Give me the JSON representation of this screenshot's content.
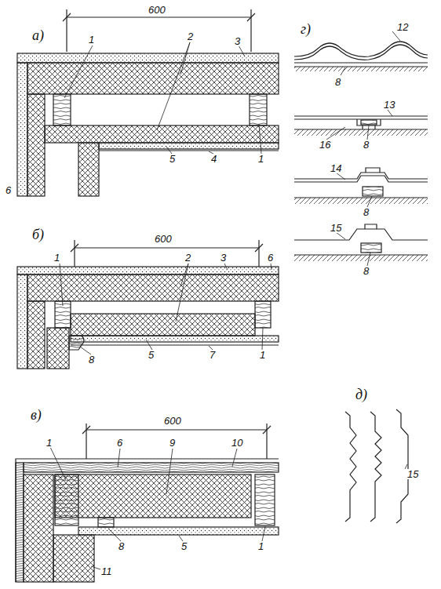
{
  "diagram": {
    "labels": [
      "а)",
      "600",
      "1",
      "2",
      "3",
      "6",
      "5",
      "4",
      "1",
      "б)",
      "600",
      "1",
      "2",
      "3",
      "6",
      "5",
      "7",
      "1",
      "8",
      "в)",
      "600",
      "1",
      "6",
      "9",
      "10",
      "8",
      "5",
      "1",
      "11",
      "г)",
      "12",
      "8",
      "13",
      "16",
      "8",
      "14",
      "8",
      "15",
      "8",
      "д)",
      "15"
    ]
  }
}
